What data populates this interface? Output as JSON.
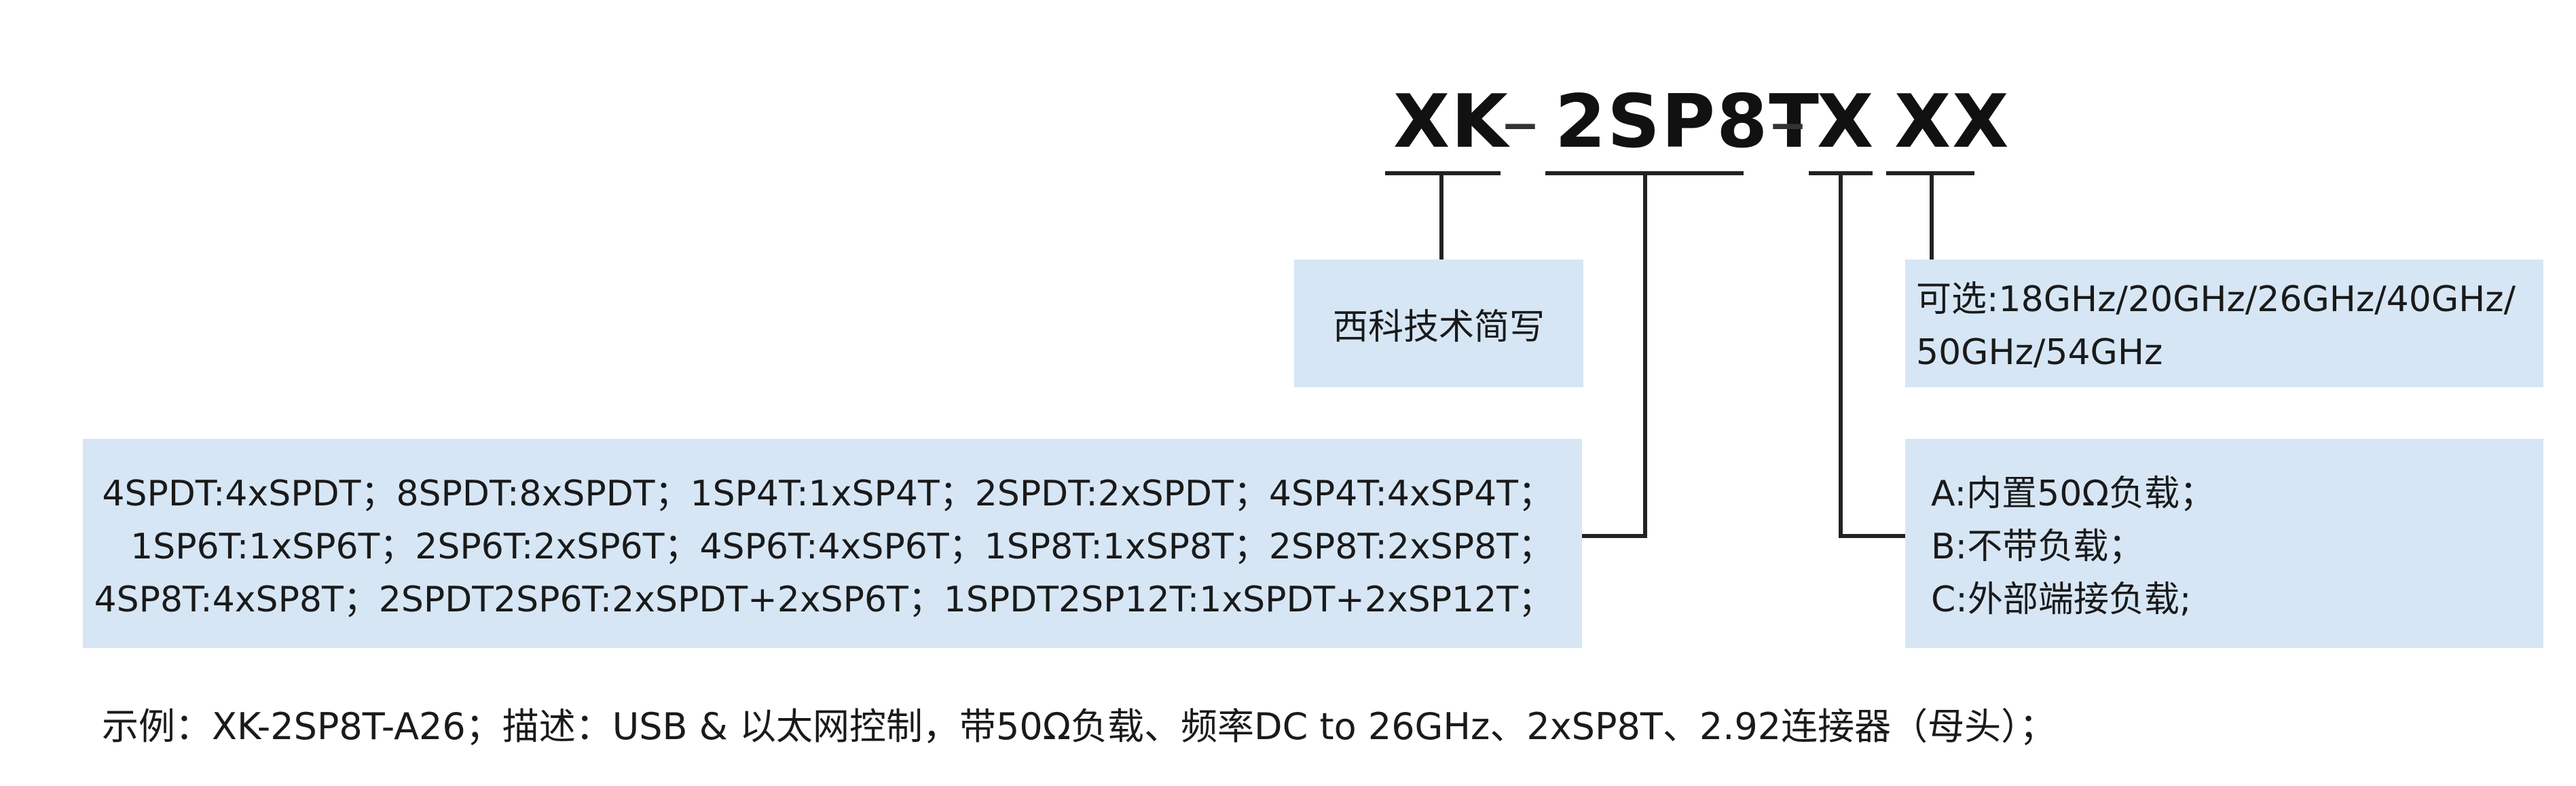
{
  "part_code": {
    "prefix": "XK",
    "separator1": "–",
    "config": "2SP8T",
    "separator2": "–",
    "load_option": "X",
    "freq_option": "XX"
  },
  "boxes": {
    "abbreviation": "西科技术简写",
    "frequency_lines": [
      "可选:18GHz/20GHz/26GHz/40GHz/",
      "50GHz/54GHz"
    ],
    "load_lines": [
      "A:内置50Ω负载；",
      "B:不带负载；",
      "C:外部端接负载;"
    ],
    "config_lines": [
      "4SPDT:4xSPDT；8SPDT:8xSPDT；1SP4T:1xSP4T；2SPDT:2xSPDT；4SP4T:4xSP4T；",
      "1SP6T:1xSP6T；2SP6T:2xSP6T；4SP6T:4xSP6T；1SP8T:1xSP8T；2SP8T:2xSP8T；",
      "4SP8T:4xSP8T；2SPDT2SP6T:2xSPDT+2xSP6T；1SPDT2SP12T:1xSPDT+2xSP12T；"
    ]
  },
  "example": "示例：XK-2SP8T-A26；描述：USB & 以太网控制，带50Ω负载、频率DC to 26GHz、2xSP8T、2.92连接器（母头）；"
}
